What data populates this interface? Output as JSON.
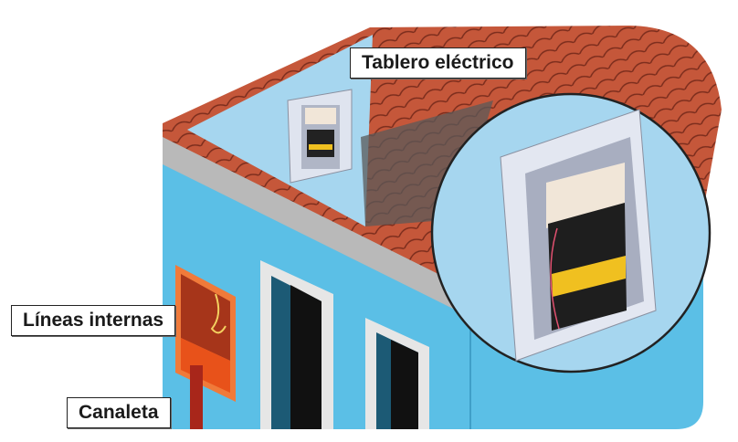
{
  "labels": {
    "panel": "Tablero eléctrico",
    "internal_lines": "Líneas internas",
    "conduit": "Canaleta"
  },
  "colors": {
    "wall": "#5bbfe6",
    "roof": "#c5573a",
    "interior": "#a6d6ef",
    "fascia": "#b9b9b9",
    "box": "#e8521a"
  }
}
